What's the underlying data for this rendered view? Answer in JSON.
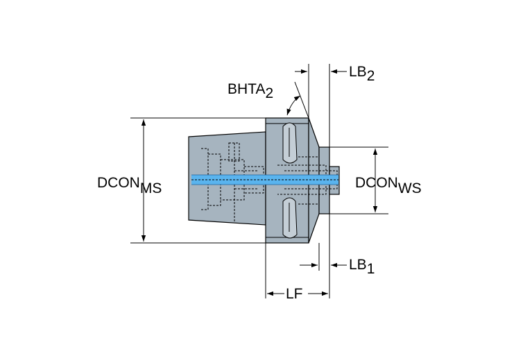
{
  "colors": {
    "body_fill": "#a6b4bf",
    "coolant_channel": "#5ab4ee",
    "line": "#000000",
    "background": "#ffffff"
  },
  "labels": {
    "bhta": {
      "main": "BHTA",
      "sub": "2"
    },
    "lb2": {
      "main": "LB",
      "sub": "2"
    },
    "dcon_ms": {
      "main": "DCON",
      "sub": "MS"
    },
    "dcon_ws": {
      "main": "DCON",
      "sub": "WS"
    },
    "lb1": {
      "main": "LB",
      "sub": "1"
    },
    "lf": {
      "main": "LF"
    }
  }
}
